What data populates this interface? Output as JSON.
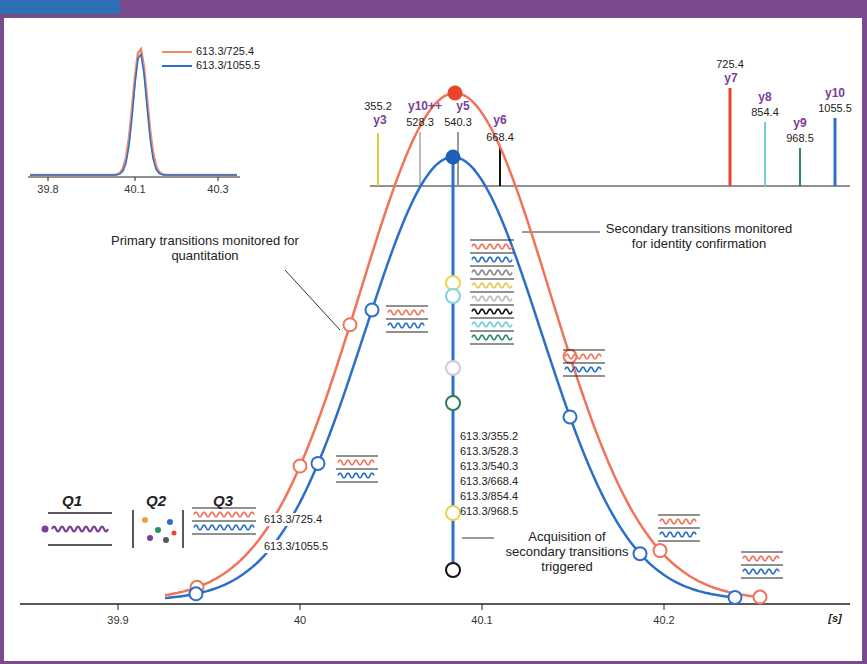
{
  "diagram": {
    "labels": [
      "Q1",
      "Q2",
      "Q3",
      "613.3/725.4",
      "613.3/1055.5",
      "Primary transitions monitored for quantitation",
      "Secondary transitions monitored for identity confirmation",
      "Acquisition of secondary transitions triggered",
      "613.3/355.2",
      "613.3/528.3",
      "613.3/540.3",
      "613.3/668.4",
      "613.3/854.4",
      "613.3/968.5",
      "355.2",
      "y3",
      "y10++",
      "528.3",
      "y5",
      "540.3",
      "y6",
      "668.4",
      "725.4",
      "y7",
      "y8",
      "854.4",
      "y9",
      "968.5",
      "y10",
      "1055.5",
      "39.8",
      "40.1",
      "40.3",
      "39.9",
      "40",
      "40.1",
      "40.2",
      "[s]"
    ],
    "legend": [
      {
        "text": "613.3/725.4"
      },
      {
        "text": "613.3/1055.5"
      }
    ]
  }
}
